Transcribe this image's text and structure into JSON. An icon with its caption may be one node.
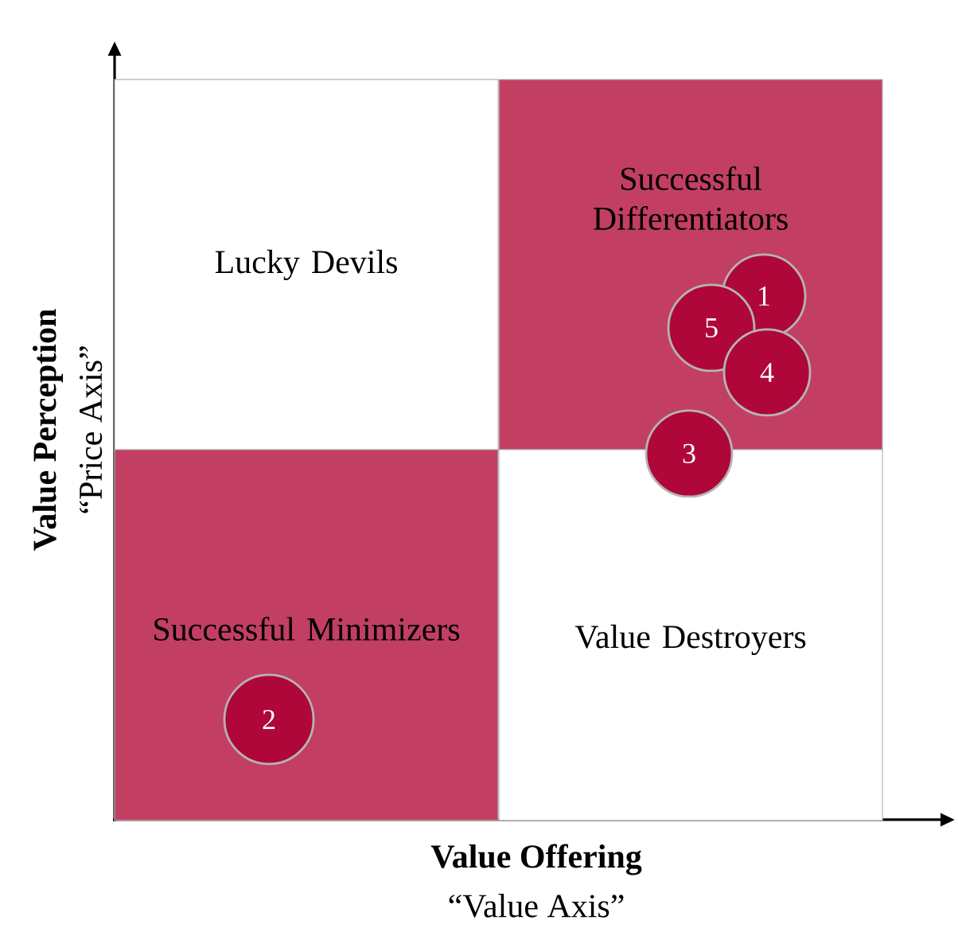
{
  "diagram": {
    "nodes": [
      {
        "text": [
          "Lucky Devils"
        ]
      },
      {
        "text": [
          "Successful Differentiators"
        ]
      },
      {
        "text": [
          "Successful Minimizers"
        ]
      },
      {
        "text": [
          "Value Destroyers"
        ]
      },
      {
        "text": [
          "1"
        ],
        "in": 1
      },
      {
        "text": [
          "5"
        ],
        "in": 1
      },
      {
        "text": [
          "4"
        ],
        "in": 1
      },
      {
        "text": [
          "3"
        ]
      },
      {
        "text": [
          "2"
        ],
        "in": 2
      }
    ],
    "edges": [],
    "labels": [
      "Value Perception",
      "“Price Axis”",
      "Value Offering",
      "“Value Axis”"
    ]
  }
}
